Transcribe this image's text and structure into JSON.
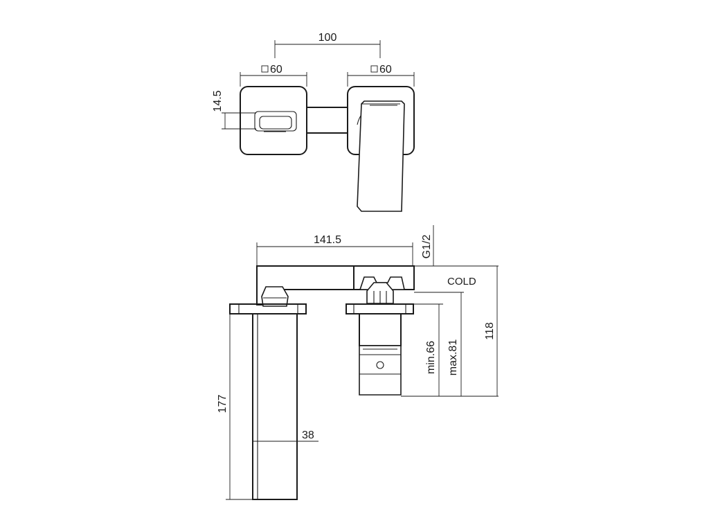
{
  "labels": {
    "width_100": "100",
    "square_left": "60",
    "square_right": "60",
    "height_14_5": "14.5",
    "length_141_5": "141.5",
    "thread": "G1/2",
    "cold": "COLD",
    "height_118": "118",
    "min_66": "min.66",
    "max_81": "max.81",
    "height_177": "177",
    "width_38": "38"
  }
}
